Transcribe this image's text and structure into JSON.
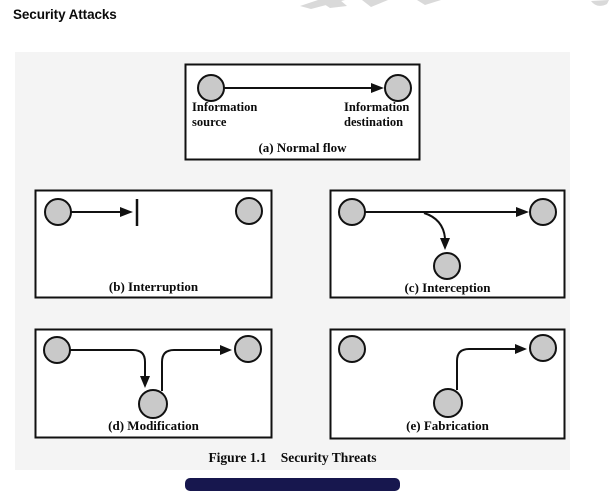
{
  "page": {
    "title": "Security Attacks"
  },
  "figure": {
    "label": "Figure 1.1",
    "title": "Security Threats"
  },
  "colors": {
    "node_fill": "#c9c9c9",
    "node_stroke": "#111111",
    "line": "#111111",
    "box_fill": "#ffffff",
    "panel_bg": "#f4f4f4",
    "bottom_bar": "#17174e",
    "watermark": "#d9d9d9"
  },
  "diagrams": {
    "a": {
      "caption": "(a) Normal flow",
      "source_label": "Information\nsource",
      "destination_label": "Information\ndestination"
    },
    "b": {
      "caption": "(b) Interruption"
    },
    "c": {
      "caption": "(c) Interception"
    },
    "d": {
      "caption": "(d) Modification"
    },
    "e": {
      "caption": "(e) Fabrication"
    }
  }
}
